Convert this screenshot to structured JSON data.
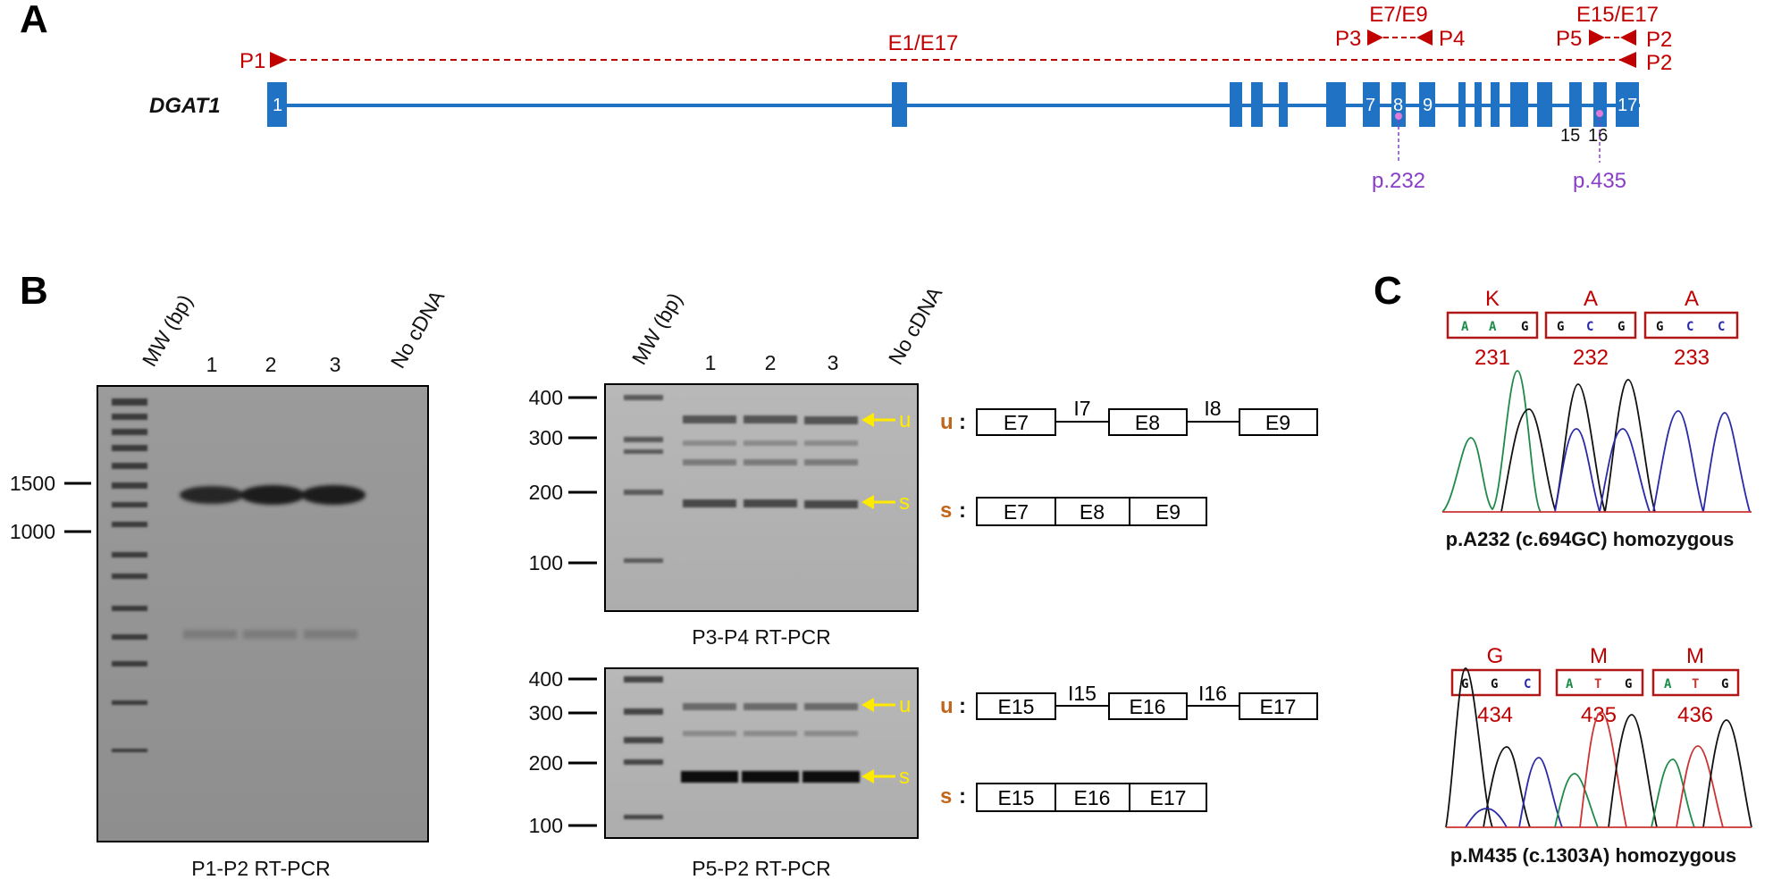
{
  "panels": {
    "a": "A",
    "b": "B",
    "c": "C"
  },
  "panelA": {
    "gene": "DGAT1",
    "amplicon_main": "E1/E17",
    "amplicon_mid": "E7/E9",
    "amplicon_right": "E15/E17",
    "primers": {
      "p1": "P1",
      "p2": "P2",
      "p2b": "P2",
      "p3": "P3",
      "p4": "P4",
      "p5": "P5"
    },
    "exon_labels": {
      "e1": "1",
      "e7": "7",
      "e8": "8",
      "e9": "9",
      "e15": "15",
      "e16": "16",
      "e17": "17"
    },
    "mutations": {
      "m1": "p.232",
      "m2": "p.435"
    }
  },
  "panelB": {
    "gel1": {
      "mw": "MW (bp)",
      "lane1": "1",
      "lane2": "2",
      "lane3": "3",
      "lane_nc": "No cDNA",
      "ladder_1500": "1500",
      "ladder_1000": "1000",
      "caption": "P1-P2 RT-PCR"
    },
    "gel2": {
      "mw": "MW (bp)",
      "lane1": "1",
      "lane2": "2",
      "lane3": "3",
      "lane_nc": "No cDNA",
      "y400": "400",
      "y300": "300",
      "y200": "200",
      "y100": "100",
      "arrow_u": "u",
      "arrow_s": "s",
      "caption": "P3-P4 RT-PCR"
    },
    "gel3": {
      "y400": "400",
      "y300": "300",
      "y200": "200",
      "y100": "100",
      "arrow_u": "u",
      "arrow_s": "s",
      "caption": "P5-P2 RT-PCR"
    },
    "diagram1": {
      "u": "u",
      "s": "s",
      "colon": ":",
      "e1": "E7",
      "i1": "I7",
      "e2": "E8",
      "i2": "I8",
      "e3": "E9",
      "s1": "E7",
      "s2": "E8",
      "s3": "E9"
    },
    "diagram2": {
      "u": "u",
      "s": "s",
      "colon": ":",
      "e1": "E15",
      "i1": "I15",
      "e2": "E16",
      "i2": "I16",
      "e3": "E17",
      "s1": "E15",
      "s2": "E16",
      "s3": "E17"
    }
  },
  "panelC": {
    "top": {
      "aa": [
        "K",
        "A",
        "A"
      ],
      "nt": [
        [
          "A",
          "A",
          "G"
        ],
        [
          "G",
          "C",
          "G"
        ],
        [
          "G",
          "C",
          "C"
        ]
      ],
      "pos": [
        "231",
        "232",
        "233"
      ],
      "caption": "p.A232 (c.694GC) homozygous"
    },
    "bottom": {
      "aa": [
        "G",
        "M",
        "M"
      ],
      "nt": [
        [
          "G",
          "G",
          "C"
        ],
        [
          "A",
          "T",
          "G"
        ],
        [
          "A",
          "T",
          "G"
        ]
      ],
      "pos": [
        "434",
        "435",
        "436"
      ],
      "caption": "p.M435 (c.1303A) homozygous"
    }
  }
}
